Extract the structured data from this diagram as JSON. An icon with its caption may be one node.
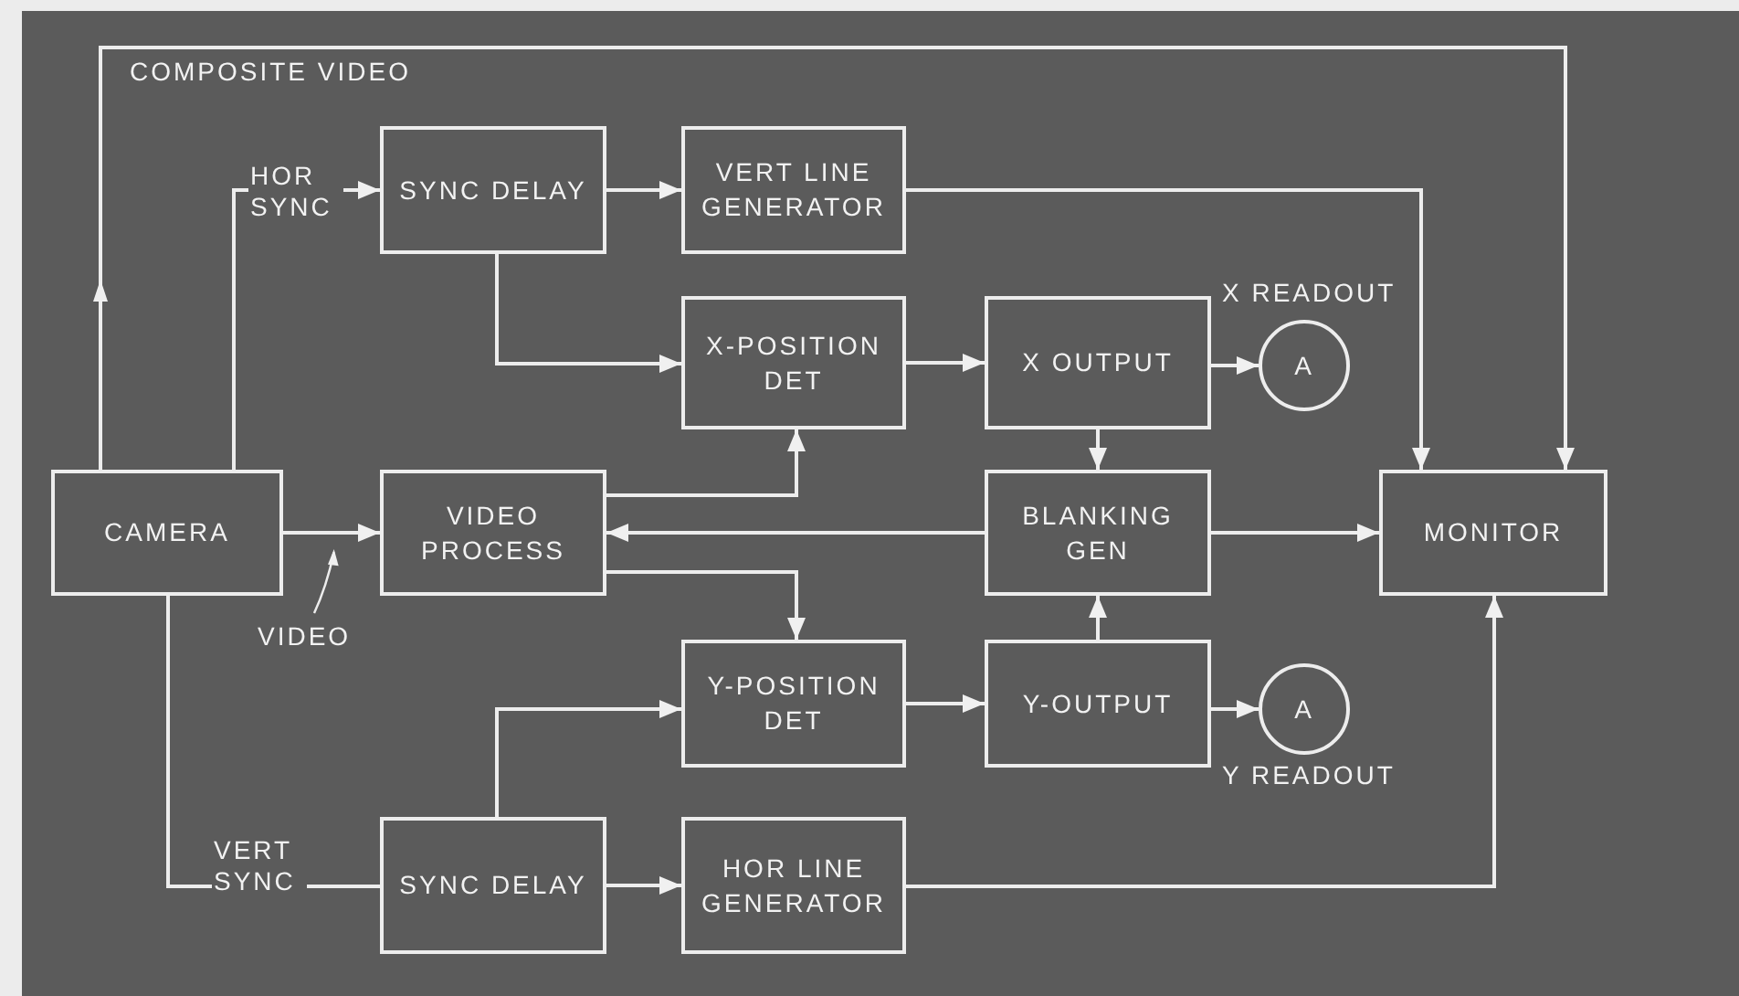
{
  "diagram": {
    "nodes": [
      {
        "text": [
          "CAMERA"
        ]
      },
      {
        "text": [
          "SYNC DELAY"
        ]
      },
      {
        "text": [
          "VERT LINE GENERATOR"
        ]
      },
      {
        "text": [
          "X-POSITION DET"
        ]
      },
      {
        "text": [
          "VIDEO PROCESS"
        ]
      },
      {
        "text": [
          "X OUTPUT"
        ]
      },
      {
        "text": [
          "A"
        ],
        "beside": [
          "X READOUT"
        ]
      },
      {
        "text": [
          "BLANKING GEN"
        ]
      },
      {
        "text": [
          "MONITOR"
        ]
      },
      {
        "text": [
          "Y-POSITION DET"
        ]
      },
      {
        "text": [
          "Y-OUTPUT"
        ]
      },
      {
        "text": [
          "A"
        ],
        "beside": [
          "Y READOUT"
        ]
      },
      {
        "text": [
          "SYNC DELAY"
        ]
      },
      {
        "text": [
          "HOR LINE GENERATOR"
        ]
      }
    ],
    "edges": [
      {
        "from": 0,
        "to": 8,
        "arrow": "to",
        "label": "COMPOSITE VIDEO"
      },
      {
        "from": 0,
        "to": 1,
        "arrow": "to",
        "label": "HOR SYNC"
      },
      {
        "from": 1,
        "to": 2,
        "arrow": "to"
      },
      {
        "from": 1,
        "to": 3,
        "arrow": "to"
      },
      {
        "from": 2,
        "to": 8,
        "arrow": "to"
      },
      {
        "from": 4,
        "to": 3,
        "arrow": "to"
      },
      {
        "from": 3,
        "to": 5,
        "arrow": "to"
      },
      {
        "from": 5,
        "to": 6,
        "arrow": "to"
      },
      {
        "from": 5,
        "to": 7,
        "arrow": "to"
      },
      {
        "from": 7,
        "to": 4,
        "arrow": "to"
      },
      {
        "from": 7,
        "to": 8,
        "arrow": "to"
      },
      {
        "from": 4,
        "to": 9,
        "arrow": "to"
      },
      {
        "from": 0,
        "to": 4,
        "arrow": "to",
        "label": "VIDEO"
      },
      {
        "from": 10,
        "to": 7,
        "arrow": "to"
      },
      {
        "from": 9,
        "to": 10,
        "arrow": "to"
      },
      {
        "from": 10,
        "to": 11,
        "arrow": "to"
      },
      {
        "from": 0,
        "to": 12,
        "arrow": "none",
        "label": "VERT SYNC"
      },
      {
        "from": 12,
        "to": 9,
        "arrow": "to"
      },
      {
        "from": 12,
        "to": 13,
        "arrow": "to"
      },
      {
        "from": 13,
        "to": 8,
        "arrow": "to"
      }
    ]
  }
}
